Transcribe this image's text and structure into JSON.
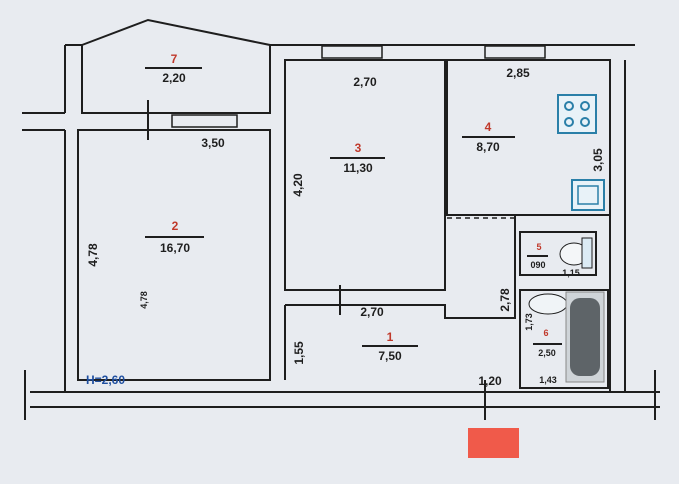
{
  "plan": {
    "ceiling_height": "H=2,60",
    "rooms": [
      {
        "number": "1",
        "area": "7,50"
      },
      {
        "number": "2",
        "area": "16,70"
      },
      {
        "number": "3",
        "area": "11,30"
      },
      {
        "number": "4",
        "area": "8,70"
      },
      {
        "number": "5",
        "area": "090"
      },
      {
        "number": "6",
        "area": "2,50"
      },
      {
        "number": "7",
        "area": "2,20"
      }
    ],
    "dimensions": {
      "room2_top": "3,50",
      "room2_left": "4,78",
      "room2_inner": "4,78",
      "room3_top": "2,70",
      "room3_left": "4,20",
      "room3_bottom": "2,70",
      "room4_top": "2,85",
      "room4_right": "3,05",
      "room1_left": "1,55",
      "room1_bottom": "1,20",
      "corridor_right": "2,78",
      "room5_bottom": "1,15",
      "room6_left": "1,73",
      "room6_bottom": "1,43"
    },
    "colors": {
      "room_number": "#c0392b",
      "height_label": "#1f4fa0",
      "marker": "#f05a4a"
    }
  }
}
